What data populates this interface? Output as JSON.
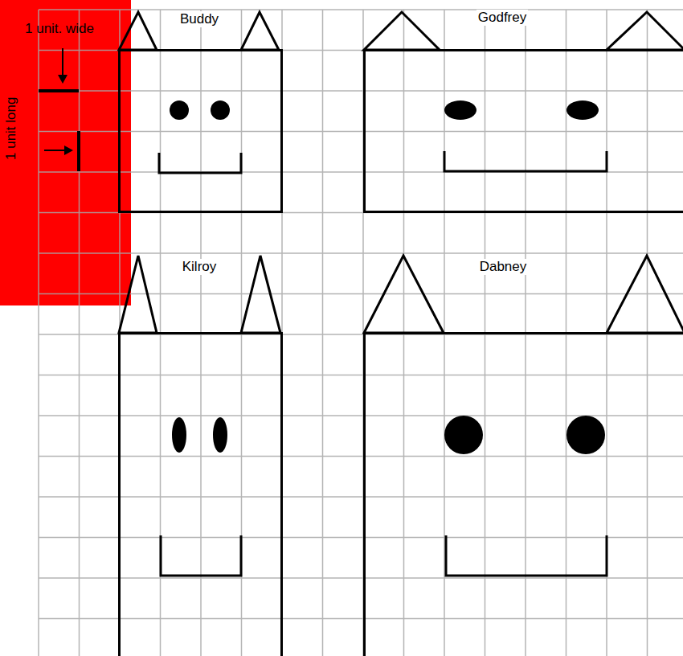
{
  "diagram": {
    "nodes": [
      {
        "text": [
          "Buddy"
        ]
      },
      {
        "text": [
          "Godfrey"
        ]
      },
      {
        "text": [
          "Kilroy"
        ]
      },
      {
        "text": [
          "Dabney"
        ]
      }
    ],
    "labels": [
      "1 unit. wide",
      "1 unit long"
    ]
  }
}
